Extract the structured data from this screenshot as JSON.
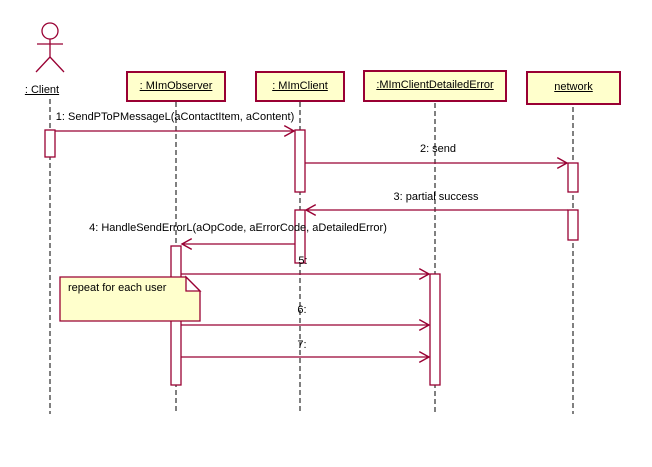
{
  "actor": {
    "label": ": Client"
  },
  "lifelines": [
    {
      "label": ": MImObserver"
    },
    {
      "label": ": MImClient"
    },
    {
      "label": ":MImClientDetailedError"
    },
    {
      "label": "network"
    }
  ],
  "messages": [
    {
      "label": "1: SendPToPMessageL(aContactItem, aContent)"
    },
    {
      "label": "2: send"
    },
    {
      "label": "3: partial success"
    },
    {
      "label": "4: HandleSendErrorL(aOpCode, aErrorCode, aDetailedError)"
    },
    {
      "label": "5:"
    },
    {
      "label": "6:"
    },
    {
      "label": "7:"
    }
  ],
  "note": {
    "text": "repeat for each user"
  },
  "colors": {
    "line": "#990033",
    "object_fill": "#ffffcc",
    "lifeline": "#000000",
    "text": "#000000",
    "background": "#ffffff"
  }
}
